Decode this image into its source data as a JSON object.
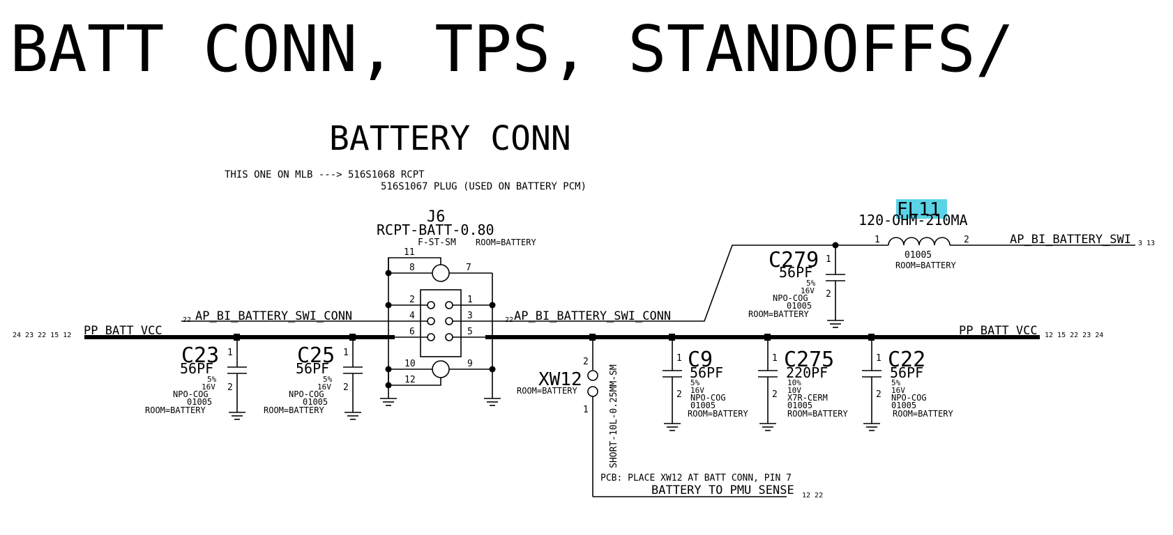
{
  "page_title": "BATT CONN, TPS, STANDOFFS/",
  "section_title": "BATTERY CONN",
  "notes": {
    "mlb_line1": "THIS ONE ON MLB --->  516S1068 RCPT",
    "mlb_line2": "516S1067 PLUG (USED ON BATTERY PCM)",
    "pcb_note": "PCB: PLACE XW12 AT BATT CONN, PIN 7"
  },
  "connector": {
    "ref": "J6",
    "value": "RCPT-BATT-0.80",
    "footprint": "F-ST-SM",
    "room": "ROOM=BATTERY",
    "pins": [
      "11",
      "8",
      "7",
      "2",
      "1",
      "4",
      "3",
      "6",
      "5",
      "10",
      "9",
      "12"
    ]
  },
  "filter": {
    "ref": "FL11",
    "value": "120-OHM-210MA",
    "pin1": "1",
    "pin2": "2",
    "size": "01005",
    "room": "ROOM=BATTERY",
    "highlight_color": "#5bd3e6"
  },
  "nets": {
    "left_swi": "AP_BI_BATTERY_SWI_CONN",
    "left_swi_page": "22",
    "right_swi": "AP_BI_BATTERY_SWI_CONN",
    "right_swi_page": "22",
    "left_vcc": "PP_BATT_VCC",
    "left_vcc_pages": "24 23 22 15 12",
    "right_vcc": "PP_BATT_VCC",
    "right_vcc_pages": "12 15 22 23 24",
    "fl_out": "AP_BI_BATTERY_SWI",
    "fl_out_pages": "3 13",
    "sense": "BATTERY_TO_PMU_SENSE",
    "sense_pages": "12 22"
  },
  "capacitors": [
    {
      "id": "c23",
      "ref": "C23",
      "value": "56PF",
      "tol": "5%",
      "volt": "16V",
      "diel": "NPO-COG",
      "size": "01005",
      "room": "ROOM=BATTERY"
    },
    {
      "id": "c25",
      "ref": "C25",
      "value": "56PF",
      "tol": "5%",
      "volt": "16V",
      "diel": "NPO-COG",
      "size": "01005",
      "room": "ROOM=BATTERY"
    },
    {
      "id": "c9",
      "ref": "C9",
      "value": "56PF",
      "tol": "5%",
      "volt": "16V",
      "diel": "NPO-COG",
      "size": "01005",
      "room": "ROOM=BATTERY"
    },
    {
      "id": "c275",
      "ref": "C275",
      "value": "220PF",
      "tol": "10%",
      "volt": "10V",
      "diel": "X7R-CERM",
      "size": "01005",
      "room": "ROOM=BATTERY"
    },
    {
      "id": "c22",
      "ref": "C22",
      "value": "56PF",
      "tol": "5%",
      "volt": "16V",
      "diel": "NPO-COG",
      "size": "01005",
      "room": "ROOM=BATTERY"
    },
    {
      "id": "c279",
      "ref": "C279",
      "value": "56PF",
      "tol": "5%",
      "volt": "16V",
      "diel": "NPO-COG",
      "size": "01005",
      "room": "ROOM=BATTERY"
    }
  ],
  "shorting": {
    "ref": "XW12",
    "room": "ROOM=BATTERY",
    "value": "SHORT-10L-0.25MM-SM",
    "pin1": "1",
    "pin2": "2"
  }
}
